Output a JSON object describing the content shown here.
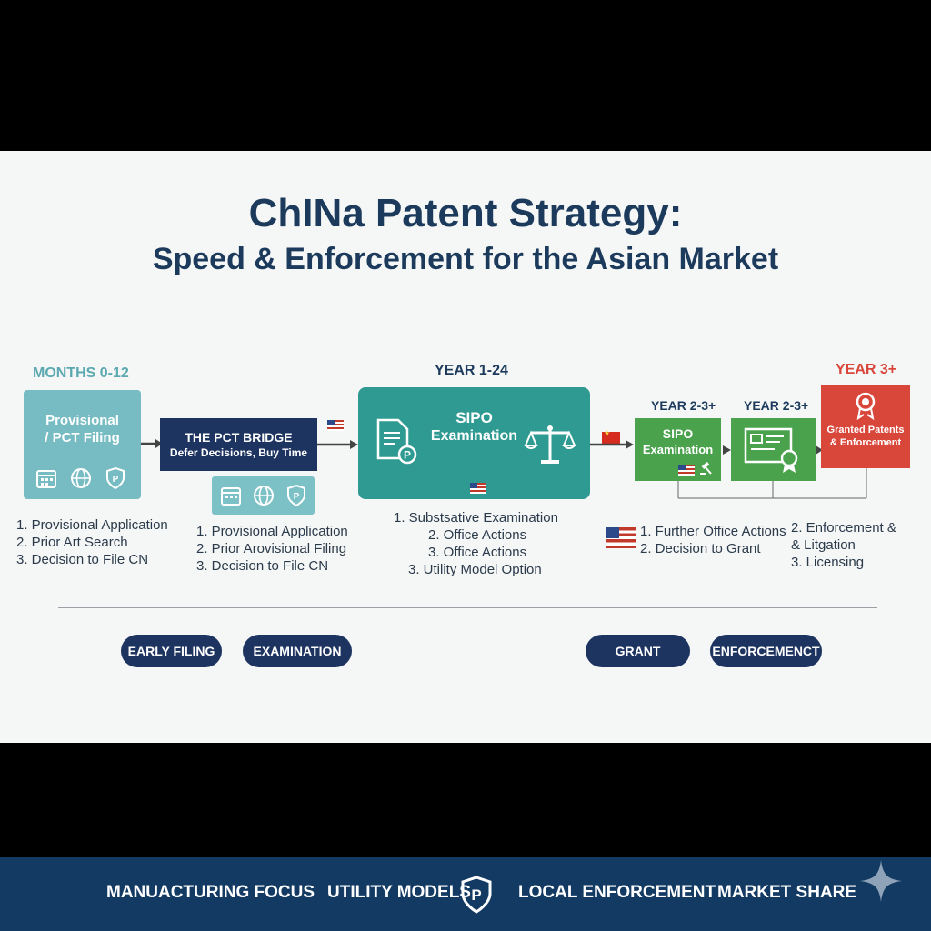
{
  "title": {
    "line1": "ChINa Patent Strategy:",
    "line2": "Speed & Enforcement for the Asian Market"
  },
  "stages": {
    "provisional": {
      "period": "MONTHS 0-12",
      "box_line1": "Provisional",
      "box_line2": "/ PCT Filing",
      "items": [
        "1. Provisional Application",
        "2. Prior Art Search",
        "3. Decision to File CN"
      ]
    },
    "pct_bridge": {
      "box_line1": "THE PCT BRIDGE",
      "box_line2": "Defer Decisions, Buy Time",
      "items": [
        "1. Provisional Application",
        "2. Prior Arovisional Filing",
        "3. Decision to File CN"
      ]
    },
    "sipo_main": {
      "period": "YEAR 1-24",
      "box_line1": "SIPO",
      "box_line2": "Examination",
      "items": [
        "1. Substsative Examination",
        "2. Office Actions",
        "3. Office Actions",
        "3. Utility Model Option"
      ]
    },
    "sipo_small": {
      "period": "YEAR 2-3+",
      "box_line1": "SIPO",
      "box_line2": "Examination"
    },
    "certificate": {
      "period": "YEAR 2-3+"
    },
    "granted": {
      "period": "YEAR 3+",
      "box_line1": "Granted Patents",
      "box_line2": "& Enforcement"
    },
    "further_items": [
      "1. Further Office Actions",
      "2. Decision to Grant"
    ],
    "enforcement_items": [
      "2. Enforcement &",
      "& Litgation",
      "3. Licensing"
    ]
  },
  "pills": [
    "EARLY FILING",
    "EXAMINATION",
    "GRANT",
    "ENFORCEMENCT"
  ],
  "footer": {
    "items": [
      "MANUACTURING FOCUS",
      "UTILITY MODELS",
      "LOCAL ENFORCEMENT",
      "MARKET SHARE"
    ]
  },
  "colors": {
    "navy": "#1b3a5c",
    "teal_light": "#76bcc2",
    "teal": "#2f9a91",
    "green": "#4aa24c",
    "red": "#d9473b",
    "footer": "#123a63"
  }
}
